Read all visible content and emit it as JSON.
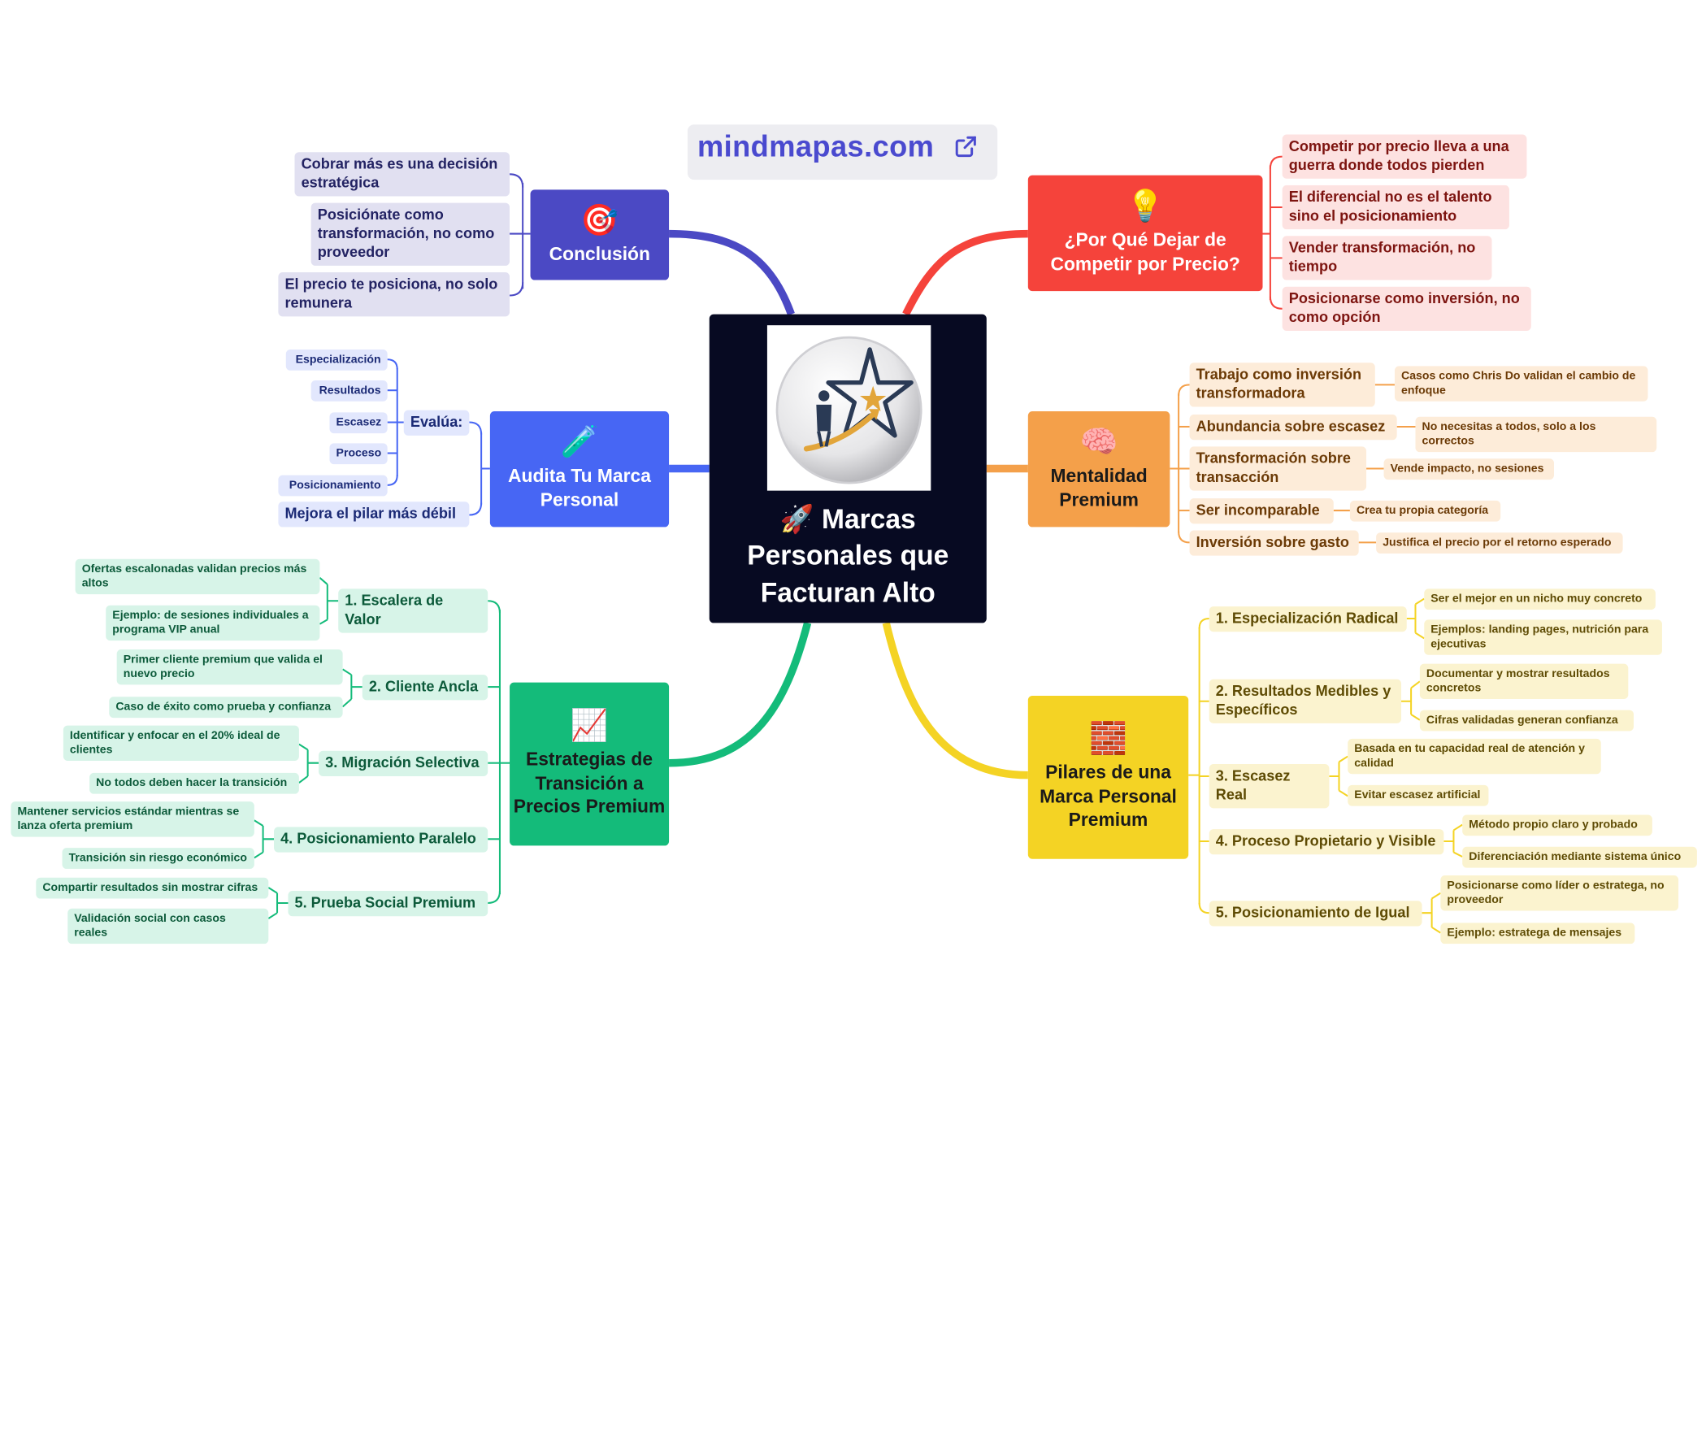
{
  "watermark": {
    "text": "mindmapas.com",
    "icon": "external-link-icon"
  },
  "central": {
    "emoji": "🚀",
    "title": "Marcas Personales que Facturan Alto",
    "logo_icon": "star-businessman-logo"
  },
  "branches": {
    "conclusion": {
      "emoji": "🎯",
      "title": "Conclusión",
      "color": "#4b49c4",
      "items": [
        "Cobrar más es una decisión estratégica",
        "Posiciónate como transformación, no como proveedor",
        "El precio te posiciona, no solo remunera"
      ]
    },
    "why": {
      "emoji": "💡",
      "title": "¿Por Qué Dejar de Competir por Precio?",
      "color": "#f5433b",
      "items": [
        "Competir por precio lleva a una guerra donde todos pierden",
        "El diferencial no es el talento sino el posicionamiento",
        "Vender transformación, no tiempo",
        "Posicionarse como inversión, no como opción"
      ]
    },
    "audit": {
      "emoji": "🧪",
      "title": "Audita Tu Marca Personal",
      "color": "#4766f4",
      "evalua": "Evalúa:",
      "criteria": [
        "Especialización",
        "Resultados",
        "Escasez",
        "Proceso",
        "Posicionamiento"
      ],
      "improve": "Mejora el pilar más débil"
    },
    "mindset": {
      "emoji": "🧠",
      "title": "Mentalidad Premium",
      "color": "#f4a04a",
      "items": [
        {
          "label": "Trabajo como inversión transformadora",
          "detail": "Casos como Chris Do validan el cambio de enfoque"
        },
        {
          "label": "Abundancia sobre escasez",
          "detail": "No necesitas a todos, solo a los correctos"
        },
        {
          "label": "Transformación sobre transacción",
          "detail": "Vende impacto, no sesiones"
        },
        {
          "label": "Ser incomparable",
          "detail": "Crea tu propia categoría"
        },
        {
          "label": "Inversión sobre gasto",
          "detail": "Justifica el precio por el retorno esperado"
        }
      ]
    },
    "strategies": {
      "emoji": "📈",
      "title": "Estrategias de Transición a Precios Premium",
      "color": "#14bb7a",
      "items": [
        {
          "label": "1. Escalera de Valor",
          "details": [
            "Ofertas escalonadas validan precios más altos",
            "Ejemplo: de sesiones individuales a programa VIP anual"
          ]
        },
        {
          "label": "2. Cliente Ancla",
          "details": [
            "Primer cliente premium que valida el nuevo precio",
            "Caso de éxito como prueba y confianza"
          ]
        },
        {
          "label": "3. Migración Selectiva",
          "details": [
            "Identificar y enfocar en el 20% ideal de clientes",
            "No todos deben hacer la transición"
          ]
        },
        {
          "label": "4. Posicionamiento Paralelo",
          "details": [
            "Mantener servicios estándar mientras se lanza oferta premium",
            "Transición sin riesgo económico"
          ]
        },
        {
          "label": "5. Prueba Social Premium",
          "details": [
            "Compartir resultados sin mostrar cifras",
            "Validación social con casos reales"
          ]
        }
      ]
    },
    "pillars": {
      "emoji": "🧱",
      "title": "Pilares de una Marca Personal Premium",
      "color": "#f4d324",
      "items": [
        {
          "label": "1. Especialización Radical",
          "details": [
            "Ser el mejor en un nicho muy concreto",
            "Ejemplos: landing pages, nutrición para ejecutivas"
          ]
        },
        {
          "label": "2. Resultados Medibles y Específicos",
          "details": [
            "Documentar y mostrar resultados concretos",
            "Cifras validadas generan confianza"
          ]
        },
        {
          "label": "3. Escasez Real",
          "details": [
            "Basada en tu capacidad real de atención y calidad",
            "Evitar escasez artificial"
          ]
        },
        {
          "label": "4. Proceso Propietario y Visible",
          "details": [
            "Método propio claro y probado",
            "Diferenciación mediante sistema único"
          ]
        },
        {
          "label": "5. Posicionamiento de Igual",
          "details": [
            "Posicionarse como líder o estratega, no proveedor",
            "Ejemplo: estratega de mensajes"
          ]
        }
      ]
    }
  }
}
